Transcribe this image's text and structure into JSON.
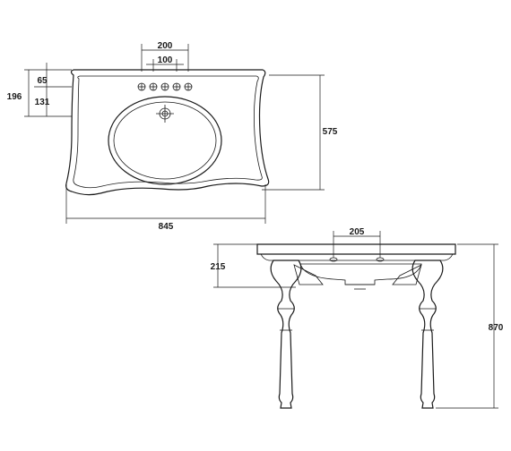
{
  "top_view": {
    "tap_outer_spacing": "200",
    "tap_inner_spacing": "100",
    "tap_to_rear_edge": "65",
    "bowl_offset": "131",
    "front_depth_total": "196",
    "overall_depth": "575",
    "overall_width": "845"
  },
  "front_view": {
    "waste_spacing": "205",
    "basin_height": "215",
    "overall_height": "870"
  }
}
